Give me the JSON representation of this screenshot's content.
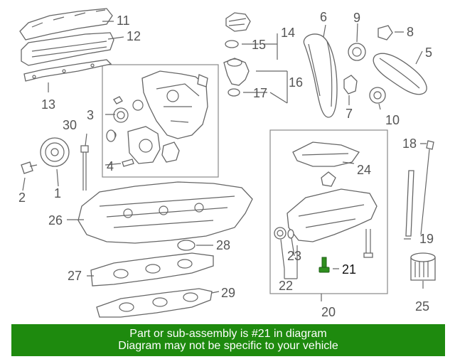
{
  "diagram": {
    "highlight_color": "#2f8f1f",
    "callouts": {
      "c1": "1",
      "c2": "2",
      "c3": "3",
      "c4": "4",
      "c5": "5",
      "c6": "6",
      "c7": "7",
      "c8": "8",
      "c9": "9",
      "c10": "10",
      "c11": "11",
      "c12": "12",
      "c13": "13",
      "c14": "14",
      "c15": "15",
      "c16": "16",
      "c17": "17",
      "c18": "18",
      "c19": "19",
      "c20": "20",
      "c21": "21",
      "c22": "22",
      "c23": "23",
      "c24": "24",
      "c25": "25",
      "c26": "26",
      "c27": "27",
      "c28": "28",
      "c29": "29",
      "c30": "30"
    }
  },
  "banner": {
    "color": "#1e8a0e",
    "line1": "Part or sub-assembly is #21 in diagram",
    "line2": "Diagram may not be specific to your vehicle"
  }
}
